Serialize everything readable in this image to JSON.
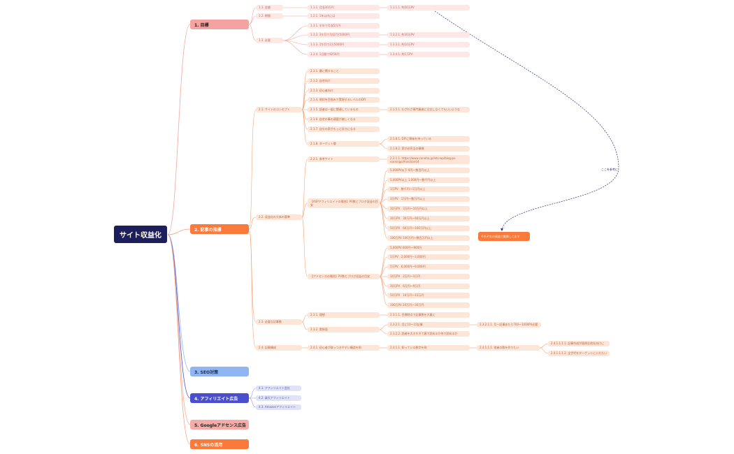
{
  "root": "サイト収益化",
  "top": {
    "t1": "1. 目標",
    "t2": "2. 記事の指標",
    "t3": "3. SEO対策",
    "t4": "4. アフィリエイト広告",
    "t5": "5. Googleアドセンス広告",
    "t6": "6. SNSの活用"
  },
  "goal": {
    "a1": "1.1. 金額",
    "a2": "1.2. 期間",
    "a3": "1.3. 必要",
    "a11": "1.1.1. 月収30万円",
    "a111": "1.1.1.1. 約50万PV",
    "a21": "1.2.1. 1年以内には",
    "a31": "1.3.1. 半年で月収5万円",
    "a32": "1.3.2. 3か月で月収7万5000円",
    "a321": "1.3.2.1. 約30万PV",
    "a33": "1.3.3. 1か月で2万5000円",
    "a331": "1.3.3.1. 約10万PV",
    "a34": "1.3.4. 1日間で8250円",
    "a341": "1.3.4.1. 約1万PV"
  },
  "article": {
    "c21": "2.1. サイトのコンセプト",
    "c211": "2.1.1. 暮に関すること",
    "c212": "2.1.2. 自宅向け",
    "c213": "2.1.3. 初心者向け",
    "c214": "2.1.4. 現状を目指みで実現するレベルのDIY",
    "c215": "2.1.5. 読者は一般に関連しているもの",
    "c2151": "2.1.5.1. わざわざ専門業者に注文しなくてもいいような",
    "c216": "2.1.6. 自宅の事の連載が楽しくなる",
    "c217": "2.1.7. 自分の家がもっと好きになる",
    "c218": "2.1.8. ターゲット層",
    "c2181": "2.1.8.1. DIYに興味を持っている",
    "c2182": "2.1.8.2. 家が必死当の模様",
    "c22": "2.2. 収益化の大体の基準",
    "c221": "2.2.1. 参考サイト",
    "c2211": "2.2.1.1. https://www.conoha.jp/lets-wp/blog-pv-earnings/#section04",
    "c222": "【ASPアフィリエイトの場合】PV数とブログ収益の目安",
    "asp": [
      "5,000PV以下 0円〜数百円以上",
      "5,000PV以上 1,000円〜数千円以上",
      "1万PV　数千円〜1万円以上",
      "3万PV　1万円〜数万円以上",
      "10万PV　3万円〜10万円以上",
      "30万PV　30万円〜60万円以上",
      "50万PV　60万円〜100万円以上",
      "100万PV 100万円〜数百万円以上"
    ],
    "c223": "【アドセンスの場合】PV数とブログ収益の目安",
    "ads": [
      "5,000PV 600円〜900円",
      "1万PV　2,000円〜3,000円",
      "5万PV　6,000円〜9,000円",
      "10万PV　2万円〜3万円",
      "30万PV　6万円〜9万円",
      "50万PV　10万円〜15万円",
      "100万PV 20万円〜30万円"
    ],
    "note": "それぞれの収益で推移してます",
    "c23": "2.3. 必要な記事数",
    "c231": "2.3.1. 理想",
    "c2311": "2.3.1.1. 目標時点で記事数を大量に",
    "c232": "2.3.2. 実装面",
    "c2321": "2.3.2.1. 月に10〜15記事",
    "c23211": "2.3.2.1.1. 月一記事あたり700〜1000PV必要",
    "c2322": "2.3.2.2. 読者を大きすぎて客で読めるか何で読めるか",
    "c24": "2.4. 記事構成",
    "c241": "2.4.1. 初心者が取っつきやすい構造を例",
    "c2411": "2.4.1.1. 知っている数字を例",
    "c24111": "2.4.1.1.1. 他者の数を作りたい",
    "c241111": "2.4.1.1.1.1. 記事作成が面倒な他社向けに",
    "c241112": "2.4.1.1.1.2. 全世代をターゲットに入れたい"
  },
  "affiliate": {
    "f41": "4.1. アフィリエイト会社",
    "f42": "4.2. 楽天アフィリエイト",
    "f43": "4.3. Amazonアフィリエイト"
  },
  "dash_label": "ここを参考に",
  "colors": {
    "root": "#1d1f5c",
    "orange": "#f97a3a",
    "pink": "#f5a3a0",
    "blue": "#8fb6f2",
    "indigo": "#4a4fcf",
    "line_red": "#f2a7a0",
    "line_orange": "#f5a47a",
    "line_indigo": "#9a9ee0",
    "dash": "#2a2d7a"
  }
}
